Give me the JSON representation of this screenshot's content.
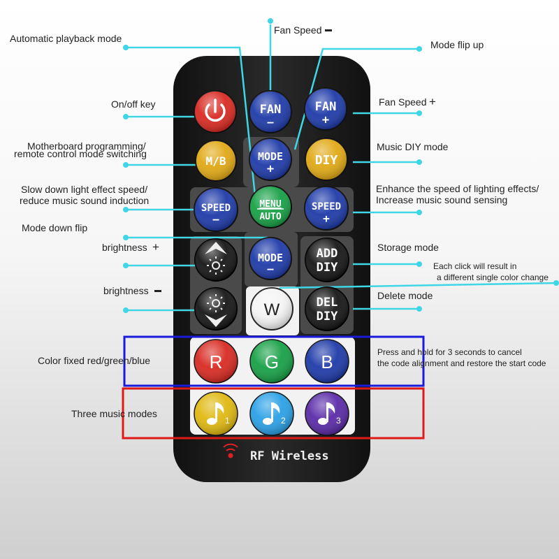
{
  "labels": {
    "automatic_playback": "Automatic playback mode",
    "fan_speed_minus": "Fan Speed",
    "mode_flip_up": "Mode flip up",
    "on_off": "On/off key",
    "fan_speed_plus": "Fan Speed",
    "mb_line1": "Motherboard programming/",
    "mb_line2": "remote control mode switching",
    "music_diy": "Music DIY mode",
    "slow_line1": "Slow down light effect speed/",
    "slow_line2": "reduce music sound induction",
    "enhance_line1": "Enhance the speed of lighting effects/",
    "enhance_line2": "Increase music sound sensing",
    "mode_down": "Mode down flip",
    "brightness_plus": "brightness",
    "storage_mode": "Storage mode",
    "click_line1": "Each click will result in",
    "click_line2": "a different single color change",
    "brightness_minus": "brightness",
    "delete_mode": "Delete mode",
    "color_fixed": "Color fixed red/green/blue",
    "press_line1": "Press and hold for 3 seconds to cancel",
    "press_line2": "the code alignment and restore the start code",
    "three_music": "Three music modes"
  },
  "buttons": {
    "fan_minus": {
      "top": "FAN",
      "bottom": "–"
    },
    "fan_plus": {
      "top": "FAN",
      "bottom": "+"
    },
    "mb": "M/B",
    "mode_plus": {
      "top": "MODE",
      "bottom": "+"
    },
    "diy": "DIY",
    "speed_minus": {
      "top": "SPEED",
      "bottom": "–"
    },
    "menu_auto": {
      "top": "MENU",
      "bottom": "AUTO"
    },
    "speed_plus": {
      "top": "SPEED",
      "bottom": "+"
    },
    "mode_minus": {
      "top": "MODE",
      "bottom": "–"
    },
    "add_diy": {
      "top": "ADD",
      "bottom": "DIY"
    },
    "w": "W",
    "del_diy": {
      "top": "DEL",
      "bottom": "DIY"
    },
    "r": "R",
    "g": "G",
    "b": "B",
    "music1": "1",
    "music2": "2",
    "music3": "3"
  },
  "brand": "RF Wireless",
  "colors": {
    "leader_line": "#3fd6e6",
    "blue_box": "#1a1adc",
    "red_box": "#e01818",
    "remote_body": "#1e1e1e",
    "btn_red": "#d82a22",
    "btn_blue": "#1e3aa8",
    "btn_yellow": "#e0a814",
    "btn_green": "#17a046",
    "btn_black": "#161616",
    "btn_white": "#f4f4f4",
    "btn_purple": "#5a2aa8",
    "btn_lightblue": "#2aa0e6"
  },
  "icons": [
    "power-icon",
    "sun-icon",
    "music-note-icon",
    "wireless-signal-icon",
    "minus-icon",
    "plus-icon"
  ]
}
